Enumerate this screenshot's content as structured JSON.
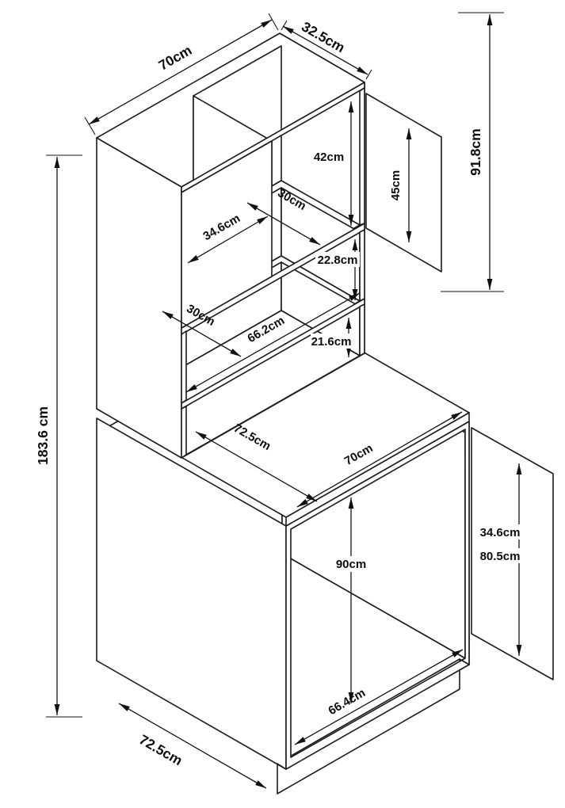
{
  "drawing": {
    "title": "Cabinet technical dimension drawing",
    "unit": "cm"
  },
  "dimensions": {
    "top_depth": "32.5cm",
    "top_width": "70cm",
    "overall_height": "183.6 cm",
    "upper_section_height": "91.8cm",
    "upper_door_height": "45cm",
    "upper_opening_height": "42cm",
    "upper_shelf_depth": "30cm",
    "upper_door_width": "34.6cm",
    "middle_opening_height": "22.8cm",
    "opening_width": "66.2cm",
    "lower_opening_height": "21.6cm",
    "lower_shelf_depth": "30cm",
    "counter_depth": "72.5cm",
    "counter_width": "70cm",
    "base_opening_height": "90cm",
    "base_door_width": "34.6cm",
    "base_door_height": "80.5cm",
    "base_opening_width": "66.4cm",
    "base_depth": "72.5cm"
  }
}
